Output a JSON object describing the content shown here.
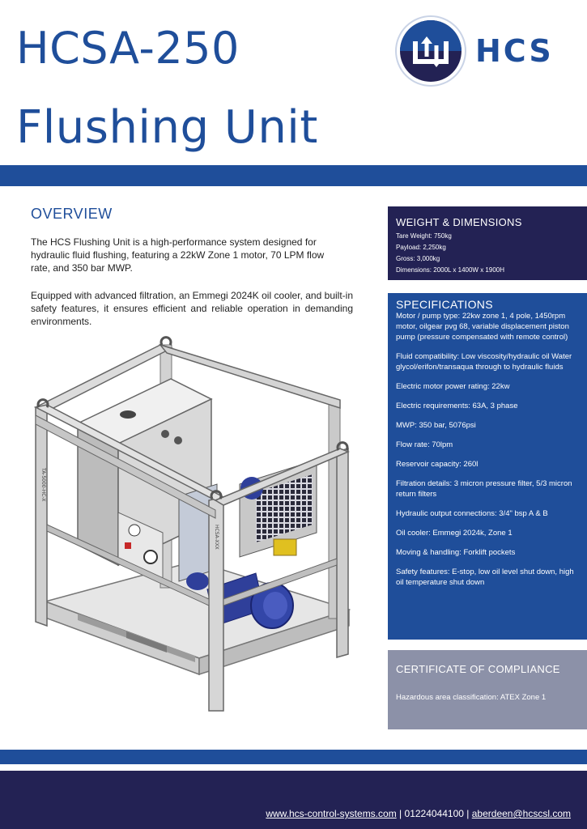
{
  "title": {
    "line1": "HCSA-250",
    "line2": "Flushing Unit"
  },
  "logo": {
    "text": "HCS",
    "colors": {
      "blue": "#1f4e9a",
      "navy": "#232254"
    }
  },
  "overview": {
    "heading": "OVERVIEW",
    "paragraph1": "The HCS Flushing Unit is a high-performance system designed for hydraulic fluid flushing, featuring a 22kW Zone 1 motor, 70 LPM flow rate, and 350 bar MWP.",
    "paragraph2": "Equipped with advanced filtration, an Emmegi 2024K oil cooler, and built-in safety features, it ensures efficient and reliable operation in demanding environments."
  },
  "weight_dimensions": {
    "heading": "WEIGHT & DIMENSIONS",
    "items": [
      "Tare Weight: 750kg",
      "Payload: 2,250kg",
      "Gross: 3,000kg",
      "Dimensions: 2000L x 1400W x 1900H"
    ]
  },
  "specifications": {
    "heading": "SPECIFICATIONS",
    "items": [
      "Motor / pump type: 22kw zone 1, 4 pole, 1450rpm motor, oilgear pvg 68, variable displacement piston pump (pressure compensated with remote control)",
      "Fluid compatibility: Low viscosity/hydraulic oil Water glycol/erifon/transaqua through to hydraulic fluids",
      "Electric motor power rating: 22kw",
      "Electric requirements: 63A, 3 phase",
      "MWP: 350 bar, 5076psi",
      "Flow rate: 70lpm",
      "Reservoir capacity: 260l",
      "Filtration details: 3 micron pressure filter, 5/3 micron return filters",
      "Hydraulic output connections: 3/4\" bsp A & B",
      "Oil cooler: Emmegi 2024k, Zone 1",
      "Moving & handling: Forklift pockets",
      "Safety features: E-stop, low oil level shut down, high oil temperature shut down"
    ]
  },
  "certificate": {
    "heading": "CERTIFICATE OF COMPLIANCE",
    "text": "Hazardous area classification: ATEX Zone 1"
  },
  "footer": {
    "website": "www.hcs-control-systems.com",
    "separator1": "|",
    "phone": "01224044100",
    "separator2": "|",
    "email": "aberdeen@hcscsl.com"
  },
  "machine_frame_markings": {
    "frame_label_1": "HCSA-XXX",
    "frame_label_2": "TA-5000-HC-X"
  }
}
